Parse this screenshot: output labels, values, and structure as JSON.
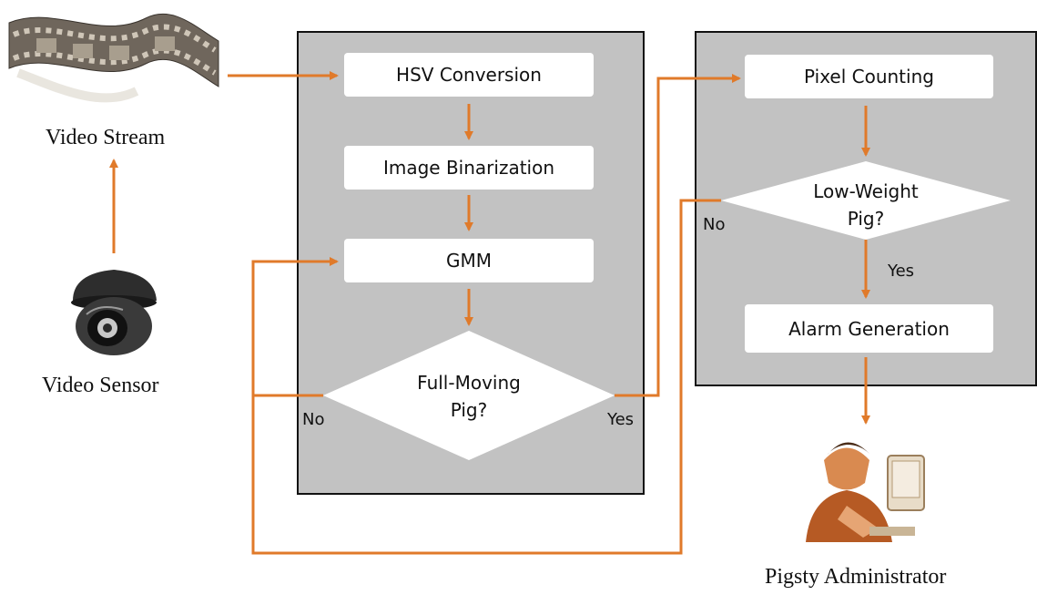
{
  "inputs": {
    "video_stream_label": "Video Stream",
    "video_sensor_label": "Video Sensor"
  },
  "detection": {
    "hsv": "HSV Conversion",
    "binarization": "Image Binarization",
    "gmm": "GMM",
    "decision_line1": "Full-Moving",
    "decision_line2": "Pig?",
    "no_label": "No",
    "yes_label": "Yes"
  },
  "analysis": {
    "pixel_counting": "Pixel Counting",
    "decision_line1": "Low-Weight",
    "decision_line2": "Pig?",
    "no_label": "No",
    "yes_label": "Yes",
    "alarm": "Alarm Generation"
  },
  "output": {
    "administrator_label": "Pigsty Administrator"
  },
  "colors": {
    "arrow": "#e07a2a",
    "panel": "#c2c2c2",
    "panel_border": "#111111"
  },
  "icons": [
    "film-strip-icon",
    "dome-camera-icon",
    "administrator-icon"
  ]
}
